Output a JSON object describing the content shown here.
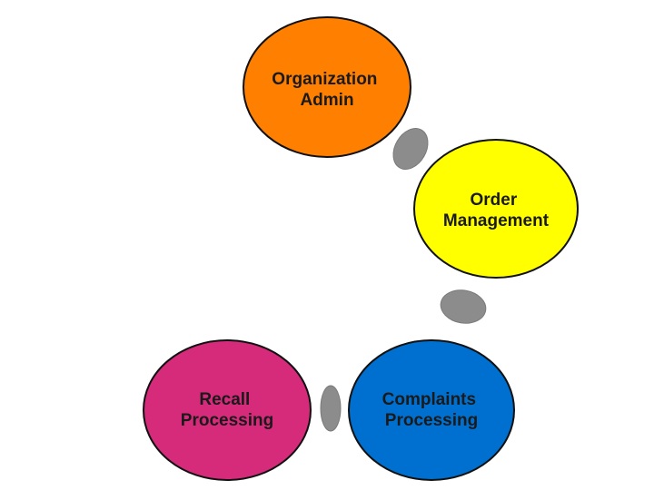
{
  "nodes": [
    {
      "id": "organization-admin",
      "lines": [
        "Organization",
        "Admin"
      ],
      "color": "#ff7f00"
    },
    {
      "id": "order-management",
      "lines": [
        "Order",
        "Management"
      ],
      "color": "#ffff00"
    },
    {
      "id": "complaints-processing",
      "lines": [
        "Complaints",
        "Processing"
      ],
      "color": "#0070d0"
    },
    {
      "id": "recall-processing",
      "lines": [
        "Recall",
        "Processing"
      ],
      "color": "#d62a7a"
    }
  ],
  "connector_color": "#8c8c8c"
}
